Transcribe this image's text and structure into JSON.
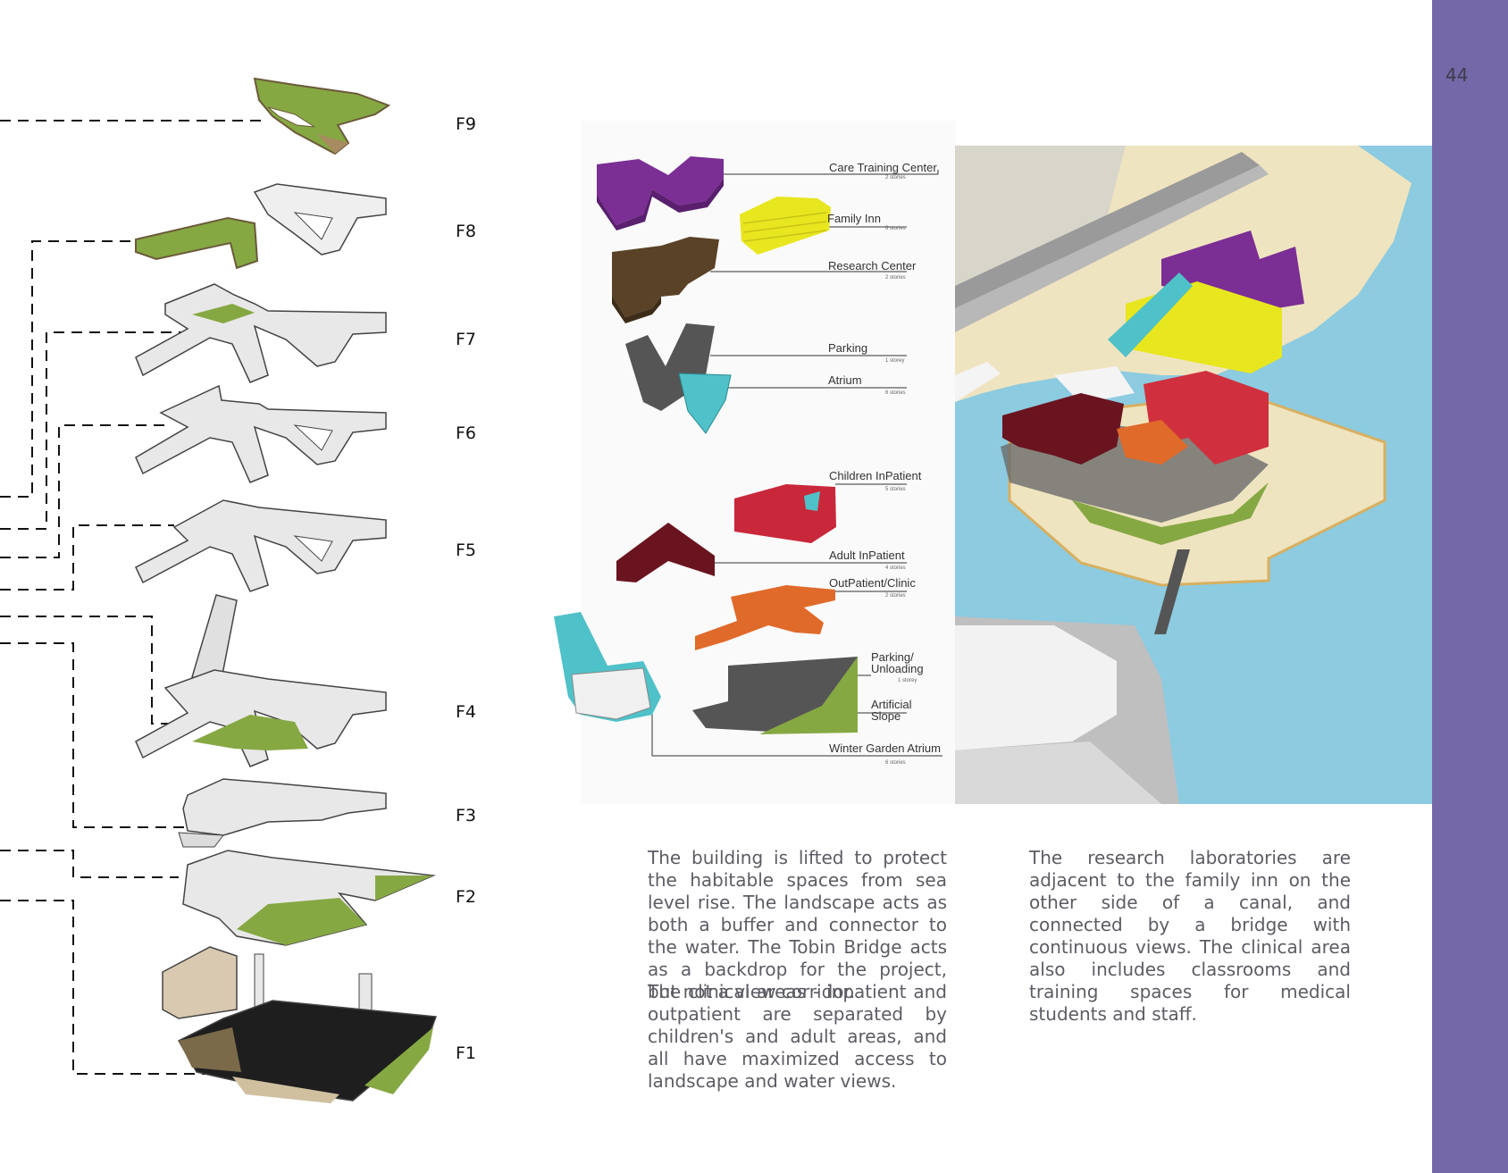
{
  "page": {
    "number": "44"
  },
  "floors": [
    {
      "label": "F9"
    },
    {
      "label": "F8"
    },
    {
      "label": "F7"
    },
    {
      "label": "F6"
    },
    {
      "label": "F5"
    },
    {
      "label": "F4"
    },
    {
      "label": "F3"
    },
    {
      "label": "F2"
    },
    {
      "label": "F1"
    }
  ],
  "program_diagram": {
    "items": [
      {
        "label": "Care Training Center",
        "sub": "2 stories",
        "color": "#7b2e94"
      },
      {
        "label": "Family Inn",
        "sub": "6 stories",
        "color": "#e8e61e"
      },
      {
        "label": "Research Center",
        "sub": "2 stories",
        "color": "#5a4227"
      },
      {
        "label": "Parking",
        "sub": "1 storey",
        "color": "#555555"
      },
      {
        "label": "Atrium",
        "sub": "6 stories",
        "color": "#4fc1c8"
      },
      {
        "label": "Children InPatient",
        "sub": "5 stories",
        "color": "#c9283a"
      },
      {
        "label": "Adult InPatient",
        "sub": "4 stories",
        "color": "#6a1420"
      },
      {
        "label": "OutPatient/Clinic",
        "sub": "2 stories",
        "color": "#e06a2a"
      },
      {
        "label": "Parking/",
        "label2": "Unloading",
        "sub": "1 storey",
        "color": "#555555"
      },
      {
        "label": "Artificial",
        "label2": "Slope",
        "color": "#86a843"
      },
      {
        "label": "Winter Garden Atrium",
        "sub": "6 stories",
        "color": "#4fc1c8"
      }
    ]
  },
  "text": {
    "col1_para1": "The building is lifted to protect the habitable spaces from sea level rise. The landscape acts as both a buffer and connector to the water. The Tobin Bridge acts as a backdrop for the project, but not a view corridor.",
    "col1_para2": "The clinical areas - inpatient and outpatient are separated by children's and adult areas, and all have maximized access to landscape and water views.",
    "col2_para1": "The research laboratories are adjacent to the family inn on the other side of a canal, and connected by a bridge with continuous views. The clinical area also includes classrooms and training spaces for medical students and staff."
  },
  "colors": {
    "accent_bar": "#7568a8",
    "water": "#8ccbe0",
    "land": "#efe4c0",
    "green_roof": "#86a843"
  }
}
